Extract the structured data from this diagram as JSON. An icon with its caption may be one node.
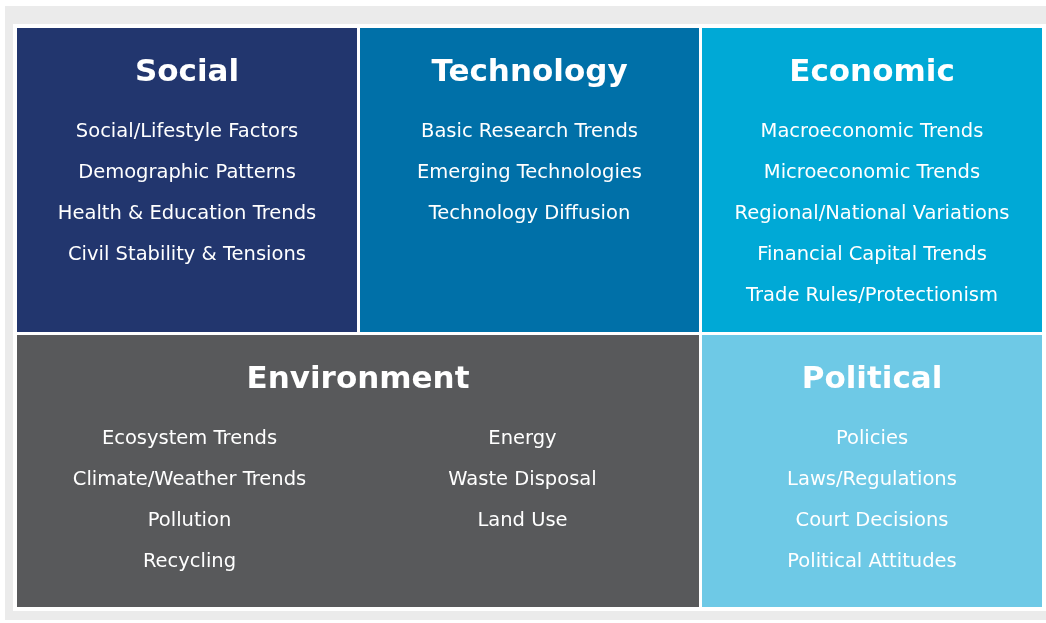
{
  "diagram": {
    "nodes": [
      {
        "text": [
          "Social",
          "Social/Lifestyle Factors",
          "Demographic Patterns",
          "Health & Education Trends",
          "Civil Stability & Tensions"
        ]
      },
      {
        "text": [
          "Technology",
          "Basic Research Trends",
          "Emerging Technologies",
          "Technology Diffusion"
        ]
      },
      {
        "text": [
          "Economic",
          "Macroeconomic Trends",
          "Microeconomic Trends",
          "Regional/National Variations",
          "Financial Capital Trends",
          "Trade Rules/Protectionism"
        ]
      },
      {
        "text": [
          "Environment",
          "Ecosystem Trends",
          "Climate/Weather Trends",
          "Pollution",
          "Recycling",
          "Energy",
          "Waste Disposal",
          "Land Use"
        ]
      },
      {
        "text": [
          "Political",
          "Policies",
          "Laws/Regulations",
          "Court Decisions",
          "Political Attitudes"
        ]
      }
    ]
  }
}
